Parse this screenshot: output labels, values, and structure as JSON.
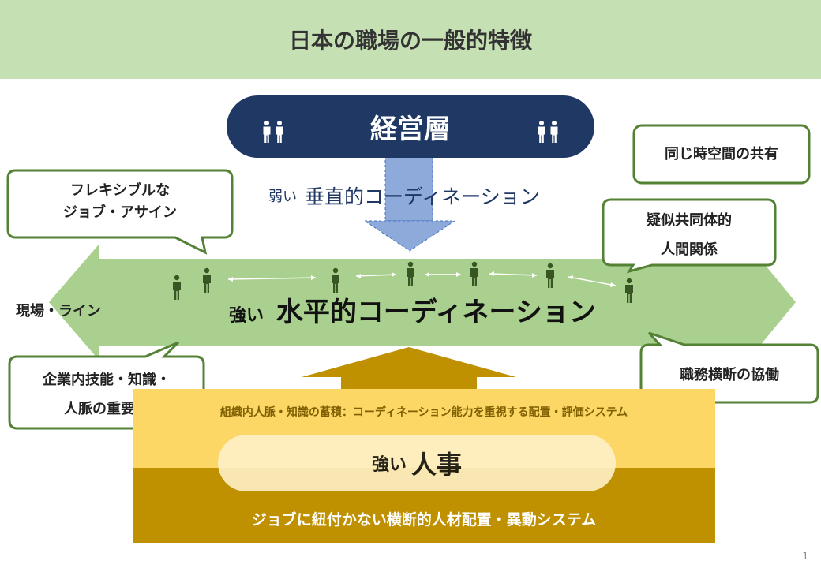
{
  "title": "日本の職場の一般的特徴",
  "management": {
    "label": "経営層"
  },
  "vertical": {
    "strength": "弱い",
    "label": "垂直的コーディネーション"
  },
  "horizontal": {
    "strength": "強い",
    "label": "水平的コーディネーション"
  },
  "side_label": "現場・ライン",
  "callouts": {
    "flexible": {
      "line1": "フレキシブルな",
      "line2": "ジョブ・アサイン"
    },
    "shared_space": {
      "line1": "同じ時空間の共有"
    },
    "pseudo_community": {
      "line1": "疑似共同体的",
      "line2": "人間関係"
    },
    "firm_skills": {
      "line1": "企業内技能・知識・",
      "line2": "人脈の重要性"
    },
    "cross_job": {
      "line1": "職務横断の協働"
    }
  },
  "hr": {
    "note": "組織内人脈・知識の蓄積：コーディネーション能力を重視する配置・評価システム",
    "strength": "強い",
    "label": "人事",
    "bottom": "ジョブに紐付かない横断的人材配置・異動システム"
  },
  "page_number": "1",
  "colors": {
    "title_bg": "#c5e0b3",
    "management": "#1f3864",
    "green_arrow": "#a9d08e",
    "blue_arrow": "#8eaadb",
    "gold": "#bf9000",
    "yellow": "#fcd766",
    "callout_border": "#548235",
    "person": "#375623"
  }
}
